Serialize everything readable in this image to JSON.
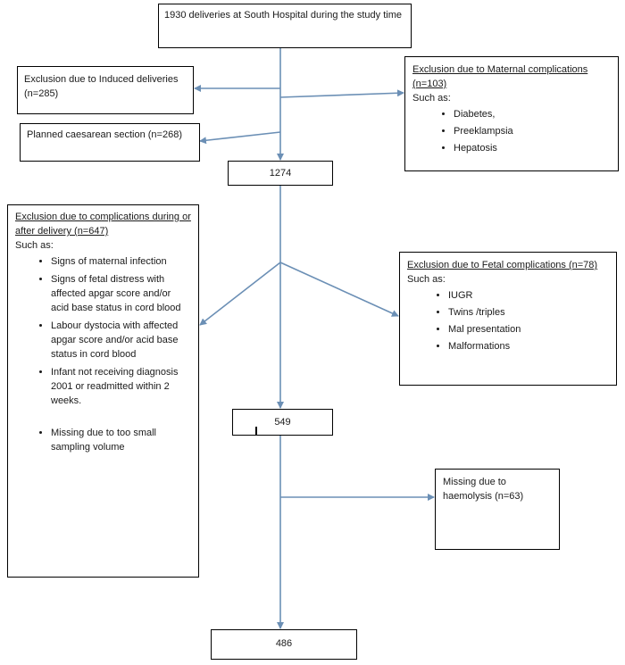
{
  "start": "1930 deliveries at South Hospital during the study time",
  "induced": "Exclusion due to Induced deliveries (n=285)",
  "planned": "Planned caesarean  section (n=268)",
  "maternal": {
    "title": "Exclusion due to Maternal complications  (n=103)",
    "such": "Such as:",
    "items": [
      "Diabetes,",
      "Preeklampsia",
      "Hepatosis"
    ]
  },
  "n1274": "1274",
  "delivery": {
    "title": "Exclusion due to complications during or after delivery (n=647)",
    "such": "Such as:",
    "items": [
      "Signs of maternal infection",
      "Signs of fetal distress with affected  apgar score and/or acid base status in cord blood",
      "Labour dystocia with affected  apgar score and/or acid base status in cord blood",
      "Infant not receiving diagnosis 2001 or readmitted within 2 weeks.",
      "Missing due to too small sampling volume"
    ]
  },
  "fetal": {
    "title": "Exclusion due to Fetal complications (n=78)",
    "such": "Such as:",
    "items": [
      "IUGR",
      "Twins /triples",
      "Mal presentation",
      "Malformations"
    ]
  },
  "n549": "549",
  "missing": "Missing    due to haemolysis (n=63)",
  "n486": "486",
  "colors": {
    "arrow": "#6b8fb5",
    "border": "#000000"
  }
}
